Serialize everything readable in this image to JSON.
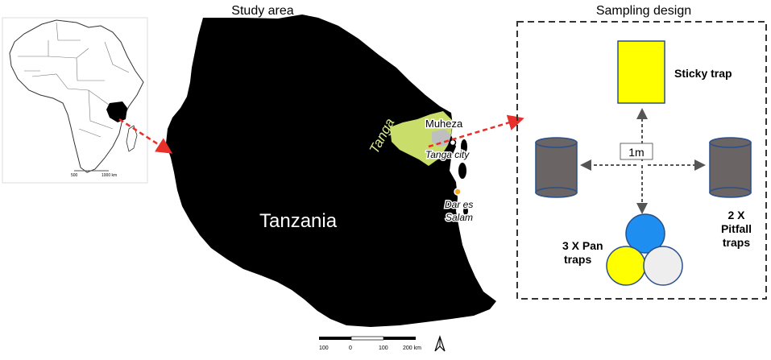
{
  "panels": {
    "study_area_title": "Study area",
    "sampling_design_title": "Sampling design"
  },
  "map": {
    "country": "Tanzania",
    "region": "Tanga",
    "places": {
      "muheza": "Muheza",
      "tanga_city": "Tanga city",
      "dar_line1": "Dar es",
      "dar_line2": "Salam"
    },
    "scale_bar": {
      "labels": [
        "100",
        "0",
        "100",
        "200 km"
      ]
    },
    "inset_scale_labels": [
      "500",
      "1000 km"
    ],
    "colors": {
      "land": "#000000",
      "region": "#c9dd6b",
      "region_label": "#d6e88c",
      "arrow": "#e8302a"
    }
  },
  "sampling": {
    "sticky_trap": "Sticky trap",
    "distance": "1m",
    "pitfall": {
      "line1": "2 X",
      "line2": "Pitfall",
      "line3": "traps"
    },
    "pan": {
      "line1": "3 X Pan",
      "line2": "traps"
    },
    "colors": {
      "sticky": "#ffff00",
      "pitfall": "#6b6464",
      "pan_blue": "#1f8ef1",
      "pan_yellow": "#ffff00",
      "pan_white": "#eeeeee",
      "outline": "#2a4f8a"
    }
  }
}
